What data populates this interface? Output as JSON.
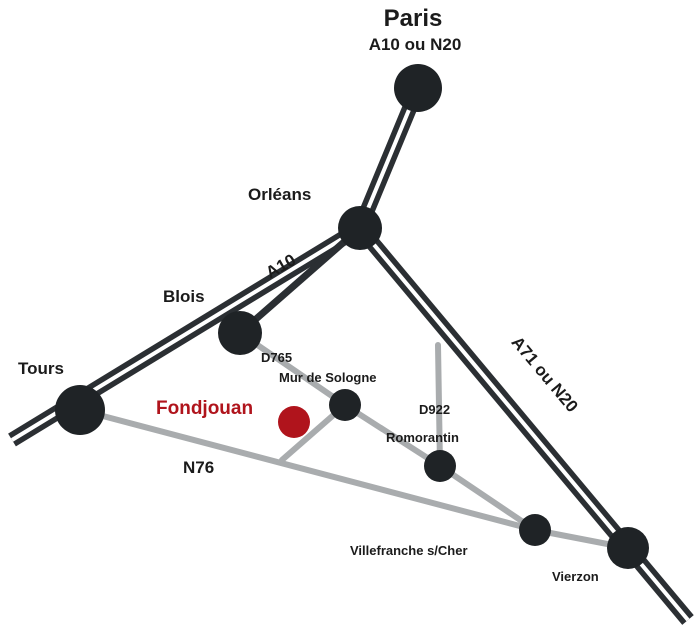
{
  "colors": {
    "motorway": "#2b2f33",
    "motorway_center": "#ffffff",
    "secondary_road": "#a9acae",
    "city": "#1f2326",
    "destination": "#b0141c"
  },
  "labels": {
    "paris": "Paris",
    "paris_road": "A10 ou N20",
    "orleans": "Orléans",
    "a10": "A10",
    "blois": "Blois",
    "tours": "Tours",
    "d765": "D765",
    "mur": "Mur de Sologne",
    "fondjouan": "Fondjouan",
    "d922": "D922",
    "romorantin": "Romorantin",
    "n76": "N76",
    "a71": "A71 ou N20",
    "villefranche": "Villefranche s/Cher",
    "vierzon": "Vierzon"
  }
}
